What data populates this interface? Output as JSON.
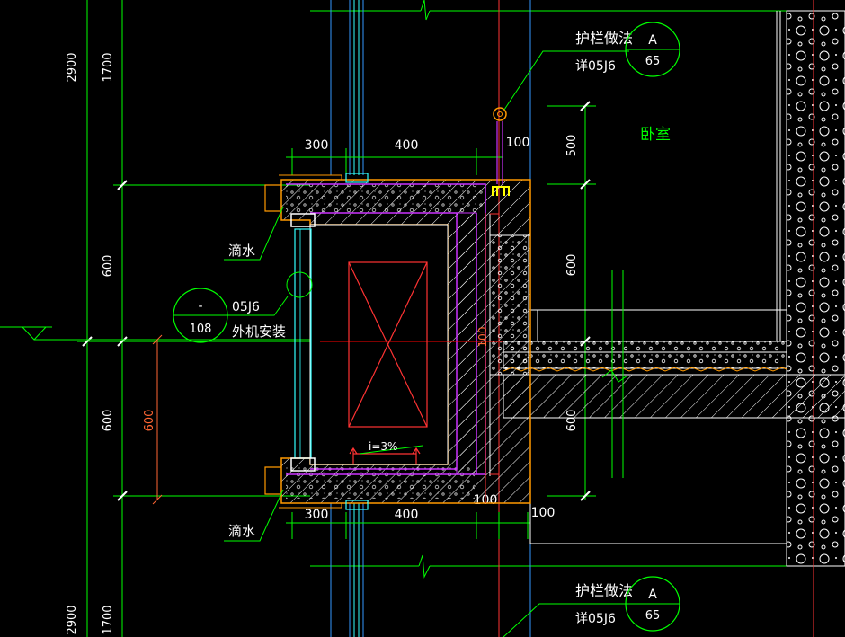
{
  "colors": {
    "background": "#000000",
    "dim_line": "#00ff00",
    "dim_text": "#ffffff",
    "wall": "#ffffff",
    "hatch": "#ffffff",
    "outline": "#ff9900",
    "insulation": "#cc33ff",
    "axis": "#ff3333",
    "glass": "#33ffff",
    "window": "#3399ff",
    "center_line": "#ff0000",
    "room_label": "#00ff00",
    "extra_dim": "#ff6633"
  },
  "dimensions": {
    "top_2900": "2900",
    "top_1700": "1700",
    "left_600_upper": "600",
    "left_600_lower": "600",
    "red_600": "600",
    "bottom_2900": "2900",
    "bottom_1700": "1700",
    "width_300_top": "300",
    "width_400_top": "400",
    "width_100_top": "100",
    "width_300_bottom": "300",
    "width_400_bottom": "400",
    "width_100_bottom_a": "100",
    "width_100_bottom_b": "100",
    "right_500": "500",
    "right_600_upper": "600",
    "right_600_lower": "600",
    "inner_100": "100"
  },
  "labels": {
    "railing_title_top": "护栏做法",
    "railing_ref_top": "详05J6",
    "railing_bubble_top_letter": "A",
    "railing_bubble_top_num": "65",
    "railing_title_bottom": "护栏做法",
    "railing_ref_bottom": "详05J6",
    "railing_bubble_bottom_letter": "A",
    "railing_bubble_bottom_num": "65",
    "bedroom": "卧室",
    "drip_top": "滴水",
    "drip_bottom": "滴水",
    "detail_bubble_top": "-",
    "detail_bubble_bottom": "108",
    "detail_ref": "05J6",
    "outdoor_unit": "外机安装",
    "slope": "i=3%"
  }
}
